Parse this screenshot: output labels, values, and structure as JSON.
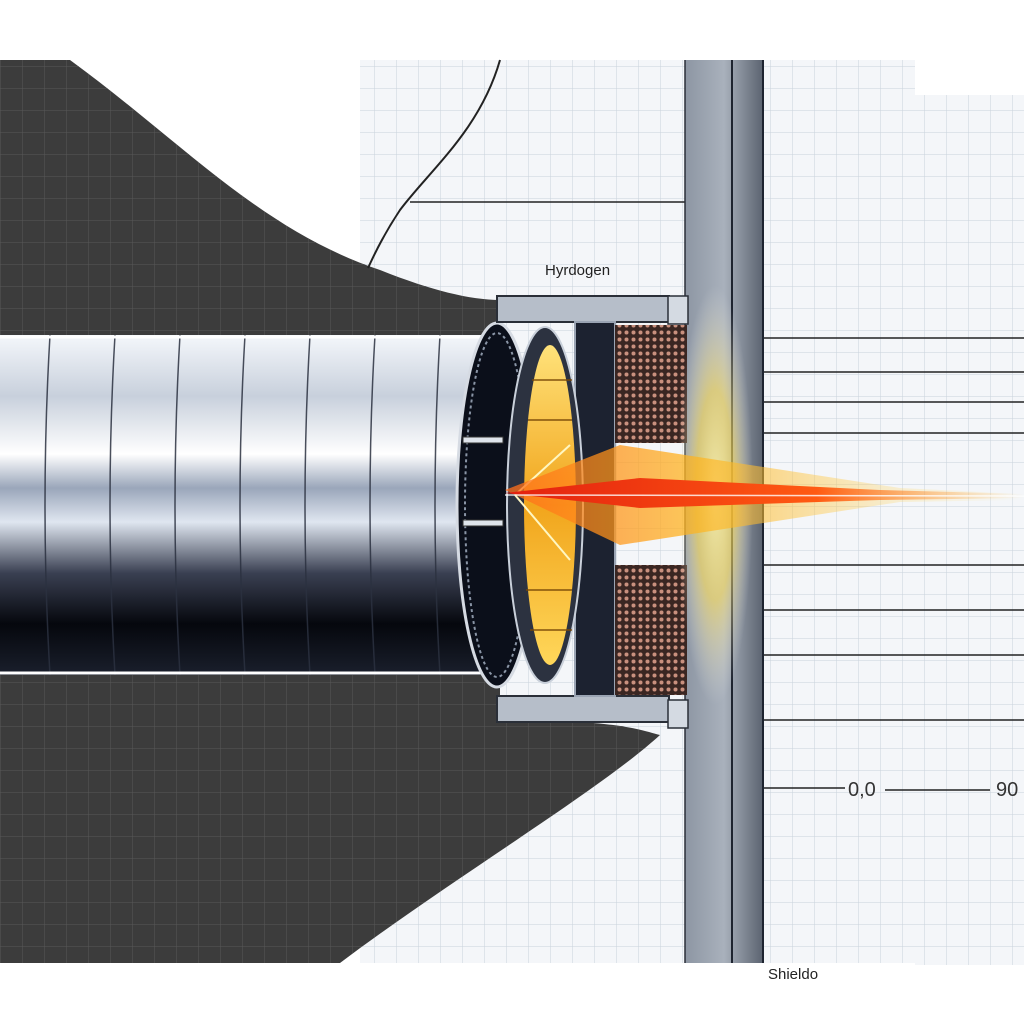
{
  "labels": {
    "hydrogen": "Hyrdogen",
    "shield": "Shieldo",
    "scale_left": "0,0",
    "scale_right": "90"
  },
  "colors": {
    "dark_panel": "#3c3c3c",
    "grid_light": "#c9d2dc",
    "grid_dark": "#5a5a5a",
    "cylinder_dark": "#0b0f1a",
    "cylinder_light": "#e9eef6",
    "shield_plate": "#6e7784",
    "beam_core": "#d81f12",
    "beam_glow": "#ffd23a",
    "mesh": "#8a4a3a"
  },
  "icons": [
    "dimension-arrow-icon"
  ]
}
